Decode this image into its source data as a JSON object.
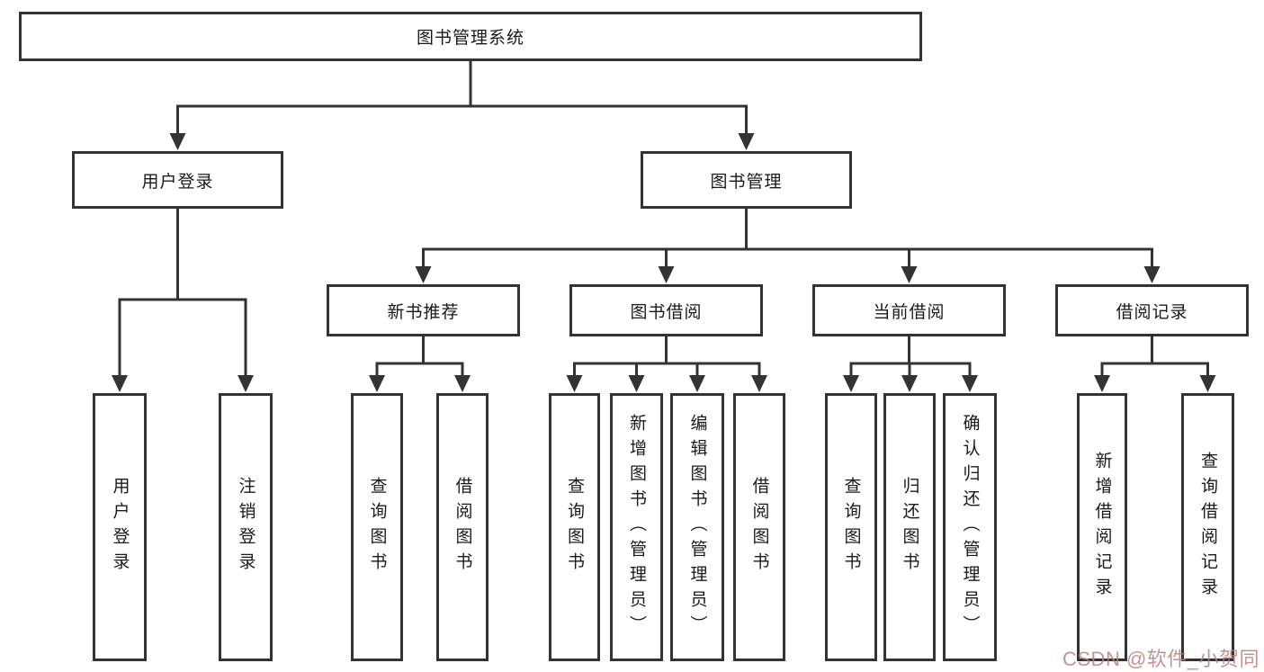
{
  "diagram": {
    "title": "图书管理系统",
    "branches": [
      {
        "label": "用户登录",
        "children": [
          {
            "label": "用户登录"
          },
          {
            "label": "注销登录"
          }
        ]
      },
      {
        "label": "图书管理",
        "children": [
          {
            "label": "新书推荐",
            "children": [
              {
                "label": "查询图书"
              },
              {
                "label": "借阅图书"
              }
            ]
          },
          {
            "label": "图书借阅",
            "children": [
              {
                "label": "查询图书"
              },
              {
                "label": "新增图书（管理员）"
              },
              {
                "label": "编辑图书（管理员）"
              },
              {
                "label": "借阅图书"
              }
            ]
          },
          {
            "label": "当前借阅",
            "children": [
              {
                "label": "查询图书"
              },
              {
                "label": "归还图书"
              },
              {
                "label": "确认归还（管理员）"
              }
            ]
          },
          {
            "label": "借阅记录",
            "children": [
              {
                "label": "新增借阅记录"
              },
              {
                "label": "查询借阅记录"
              }
            ]
          }
        ]
      }
    ]
  },
  "colors": {
    "line": "#333333",
    "box_border": "#333333",
    "text": "#1a1a1a",
    "watermark": "#bc7f7f"
  },
  "watermark": {
    "text": "CSDN @软件_小贺同学",
    "color": "#bc7f7f"
  }
}
